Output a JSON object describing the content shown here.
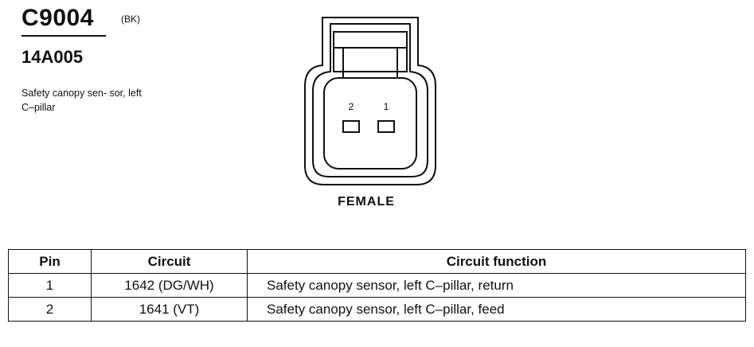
{
  "connector": {
    "id": "C9004",
    "color_code": "(BK)",
    "part_number": "14A005",
    "description": "Safety canopy sen- sor, left C–pillar"
  },
  "diagram": {
    "pin_labels": [
      "2",
      "1"
    ],
    "gender": "FEMALE"
  },
  "table": {
    "headers": [
      "Pin",
      "Circuit",
      "Circuit function"
    ],
    "rows": [
      {
        "pin": "1",
        "circuit": "1642 (DG/WH)",
        "function": "Safety canopy sensor, left C–pillar, return"
      },
      {
        "pin": "2",
        "circuit": "1641 (VT)",
        "function": "Safety canopy sensor, left C–pillar, feed"
      }
    ]
  }
}
